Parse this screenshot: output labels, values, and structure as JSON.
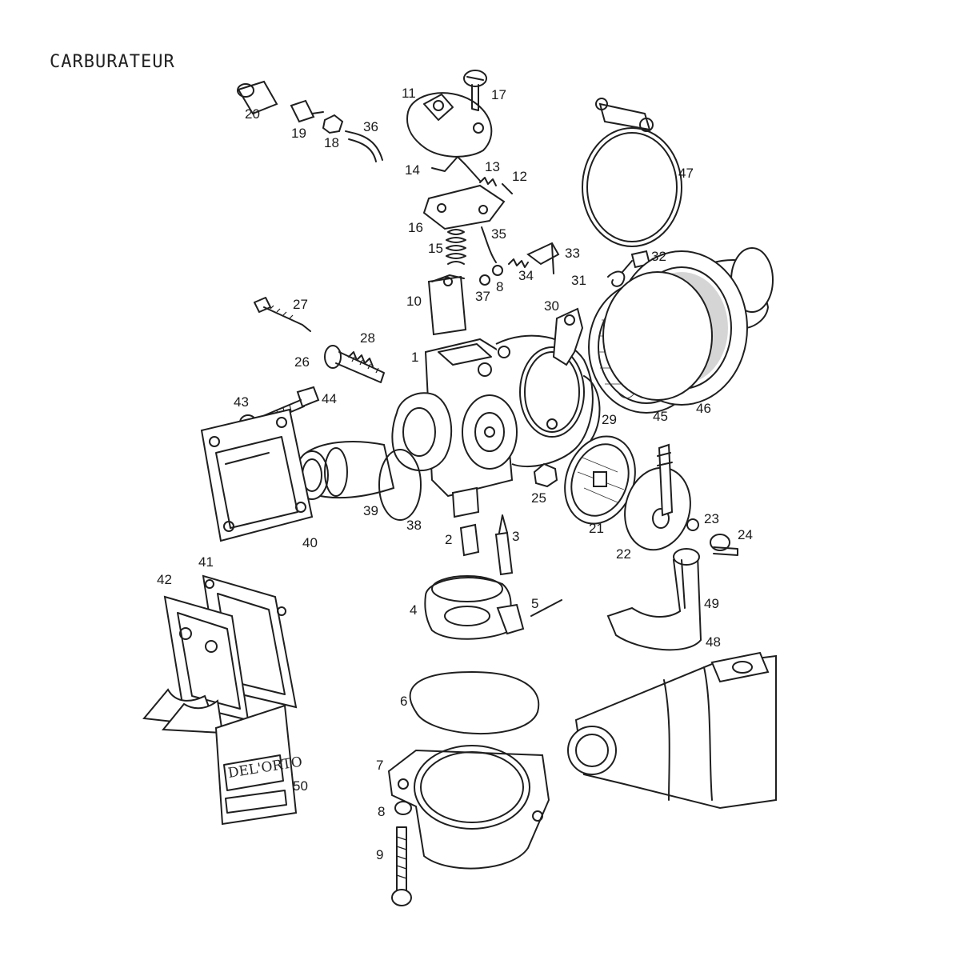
{
  "title": "CARBURATEUR",
  "brand": "DEL'ORTO",
  "callouts": [
    {
      "id": "1",
      "label": "1"
    },
    {
      "id": "2",
      "label": "2"
    },
    {
      "id": "3",
      "label": "3"
    },
    {
      "id": "4",
      "label": "4"
    },
    {
      "id": "5",
      "label": "5"
    },
    {
      "id": "6",
      "label": "6"
    },
    {
      "id": "7",
      "label": "7"
    },
    {
      "id": "8a",
      "label": "8"
    },
    {
      "id": "8b",
      "label": "8"
    },
    {
      "id": "9",
      "label": "9"
    },
    {
      "id": "10",
      "label": "10"
    },
    {
      "id": "11",
      "label": "11"
    },
    {
      "id": "12",
      "label": "12"
    },
    {
      "id": "13",
      "label": "13"
    },
    {
      "id": "14",
      "label": "14"
    },
    {
      "id": "15",
      "label": "15"
    },
    {
      "id": "16",
      "label": "16"
    },
    {
      "id": "17",
      "label": "17"
    },
    {
      "id": "18",
      "label": "18"
    },
    {
      "id": "19",
      "label": "19"
    },
    {
      "id": "20",
      "label": "20"
    },
    {
      "id": "21",
      "label": "21"
    },
    {
      "id": "22",
      "label": "22"
    },
    {
      "id": "23",
      "label": "23"
    },
    {
      "id": "24",
      "label": "24"
    },
    {
      "id": "25",
      "label": "25"
    },
    {
      "id": "26",
      "label": "26"
    },
    {
      "id": "27",
      "label": "27"
    },
    {
      "id": "28",
      "label": "28"
    },
    {
      "id": "29",
      "label": "29"
    },
    {
      "id": "30",
      "label": "30"
    },
    {
      "id": "31",
      "label": "31"
    },
    {
      "id": "32",
      "label": "32"
    },
    {
      "id": "33",
      "label": "33"
    },
    {
      "id": "34",
      "label": "34"
    },
    {
      "id": "35",
      "label": "35"
    },
    {
      "id": "36",
      "label": "36"
    },
    {
      "id": "37",
      "label": "37"
    },
    {
      "id": "38",
      "label": "38"
    },
    {
      "id": "39",
      "label": "39"
    },
    {
      "id": "40",
      "label": "40"
    },
    {
      "id": "41",
      "label": "41"
    },
    {
      "id": "42",
      "label": "42"
    },
    {
      "id": "43",
      "label": "43"
    },
    {
      "id": "44",
      "label": "44"
    },
    {
      "id": "45",
      "label": "45"
    },
    {
      "id": "46",
      "label": "46"
    },
    {
      "id": "47",
      "label": "47"
    },
    {
      "id": "48",
      "label": "48"
    },
    {
      "id": "49",
      "label": "49"
    },
    {
      "id": "50",
      "label": "50"
    }
  ]
}
